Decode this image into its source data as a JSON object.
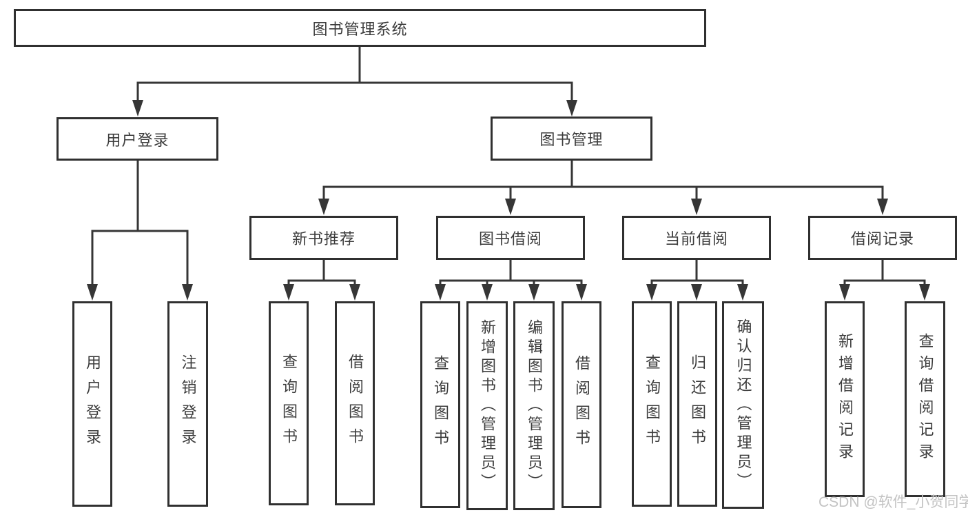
{
  "diagram": {
    "title": "图书管理系统",
    "root": "图书管理系统",
    "level2": {
      "user_login": "用户登录",
      "book_mgmt": "图书管理"
    },
    "user_login_children": {
      "login": "用户登录",
      "logout": "注销登录"
    },
    "book_mgmt_children": {
      "new_book": "新书推荐",
      "borrow": "图书借阅",
      "current": "当前借阅",
      "records": "借阅记录"
    },
    "new_book_children": {
      "query_book": "查询图书",
      "borrow_book": "借阅图书"
    },
    "borrow_children": {
      "query_book": "查询图书",
      "add_book_admin": "新增图书（管理员）",
      "edit_book_admin": "编辑图书（管理员）",
      "borrow_book": "借阅图书"
    },
    "current_children": {
      "query_book": "查询图书",
      "return_book": "归还图书",
      "confirm_return_admin": "确认归还（管理员）"
    },
    "records_children": {
      "add_record": "新增借阅记录",
      "query_record": "查询借阅记录"
    }
  },
  "watermark": "CSDN @软件_小贺同学",
  "colors": {
    "line": "#363636",
    "box_border": "#303030",
    "text": "#3c3c3c",
    "watermark": "#c3c3c3",
    "background": "#ffffff"
  }
}
